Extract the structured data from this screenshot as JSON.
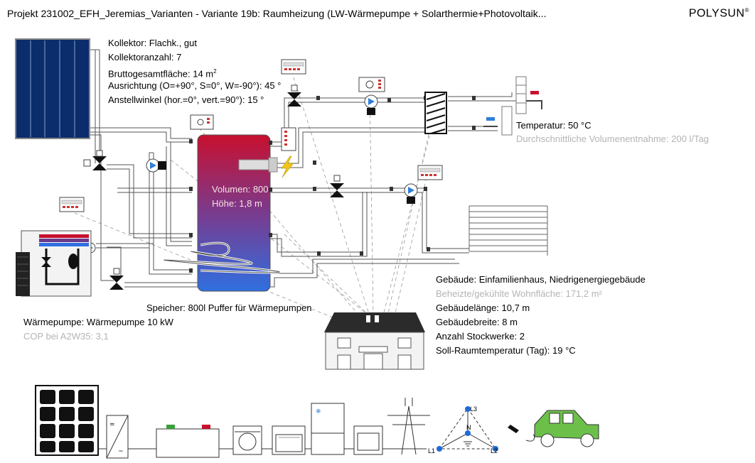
{
  "header": {
    "title": "Projekt 231002_EFH_Jeremias_Varianten - Variante 19b: Raumheizung (LW-Wärmepumpe + Solarthermie+Photovoltaik...",
    "brand": "POLYSUN"
  },
  "collector": {
    "type": "Kollektor: Flachk., gut",
    "count": "Kollektoranzahl: 7",
    "area": "Bruttogesamtfläche: 14 m",
    "area_sup": "2",
    "orientation": "Ausrichtung (O=+90°, S=0°, W=-90°): 45 °",
    "tilt": "Anstellwinkel (hor.=0°, vert.=90°): 15 °"
  },
  "hot_water": {
    "temperature": "Temperatur: 50 °C",
    "consumption": "Durchschnittliche Volumenentnahme: 200 l/Tag"
  },
  "tank": {
    "volume": "Volumen: 800",
    "height": "Höhe: 1,8 m",
    "caption": "Speicher: 800l Puffer für Wärmepumpen"
  },
  "heat_pump": {
    "name": "Wärmepumpe: Wärmepumpe 10 kW",
    "cop": "COP bei A2W35: 3,1"
  },
  "building": {
    "type": "Gebäude: Einfamilienhaus, Niedrigenergiegebäude",
    "area": "Beheizte/gekühlte Wohnfläche: 171,2 m²",
    "length": "Gebäudelänge: 10,7 m",
    "width": "Gebäudebreite: 8 m",
    "floors": "Anzahl Stockwerke: 2",
    "setpoint": "Soll-Raumtemperatur (Tag): 19 °C"
  },
  "grid": {
    "phase_l1": "L1",
    "phase_l2": "L2",
    "phase_l3": "L3",
    "neutral": "N"
  },
  "colors": {
    "tank_hot": "#c8102e",
    "tank_cold": "#2f6fe0",
    "collector": "#0c2d6b",
    "car": "#6cc04a",
    "pump_blue": "#2f7fd8"
  },
  "icons": [
    "solar-collector-icon",
    "controller-icon",
    "pump-icon",
    "valve-icon",
    "heat-pump-icon",
    "heat-exchanger-icon",
    "tap-icon",
    "floor-heating-icon",
    "house-icon",
    "pv-module-icon",
    "inverter-icon",
    "battery-icon",
    "washing-machine-icon",
    "dishwasher-icon",
    "fridge-icon",
    "oven-icon",
    "power-pylon-icon",
    "three-phase-grid-icon",
    "electric-car-icon",
    "lightning-icon"
  ]
}
